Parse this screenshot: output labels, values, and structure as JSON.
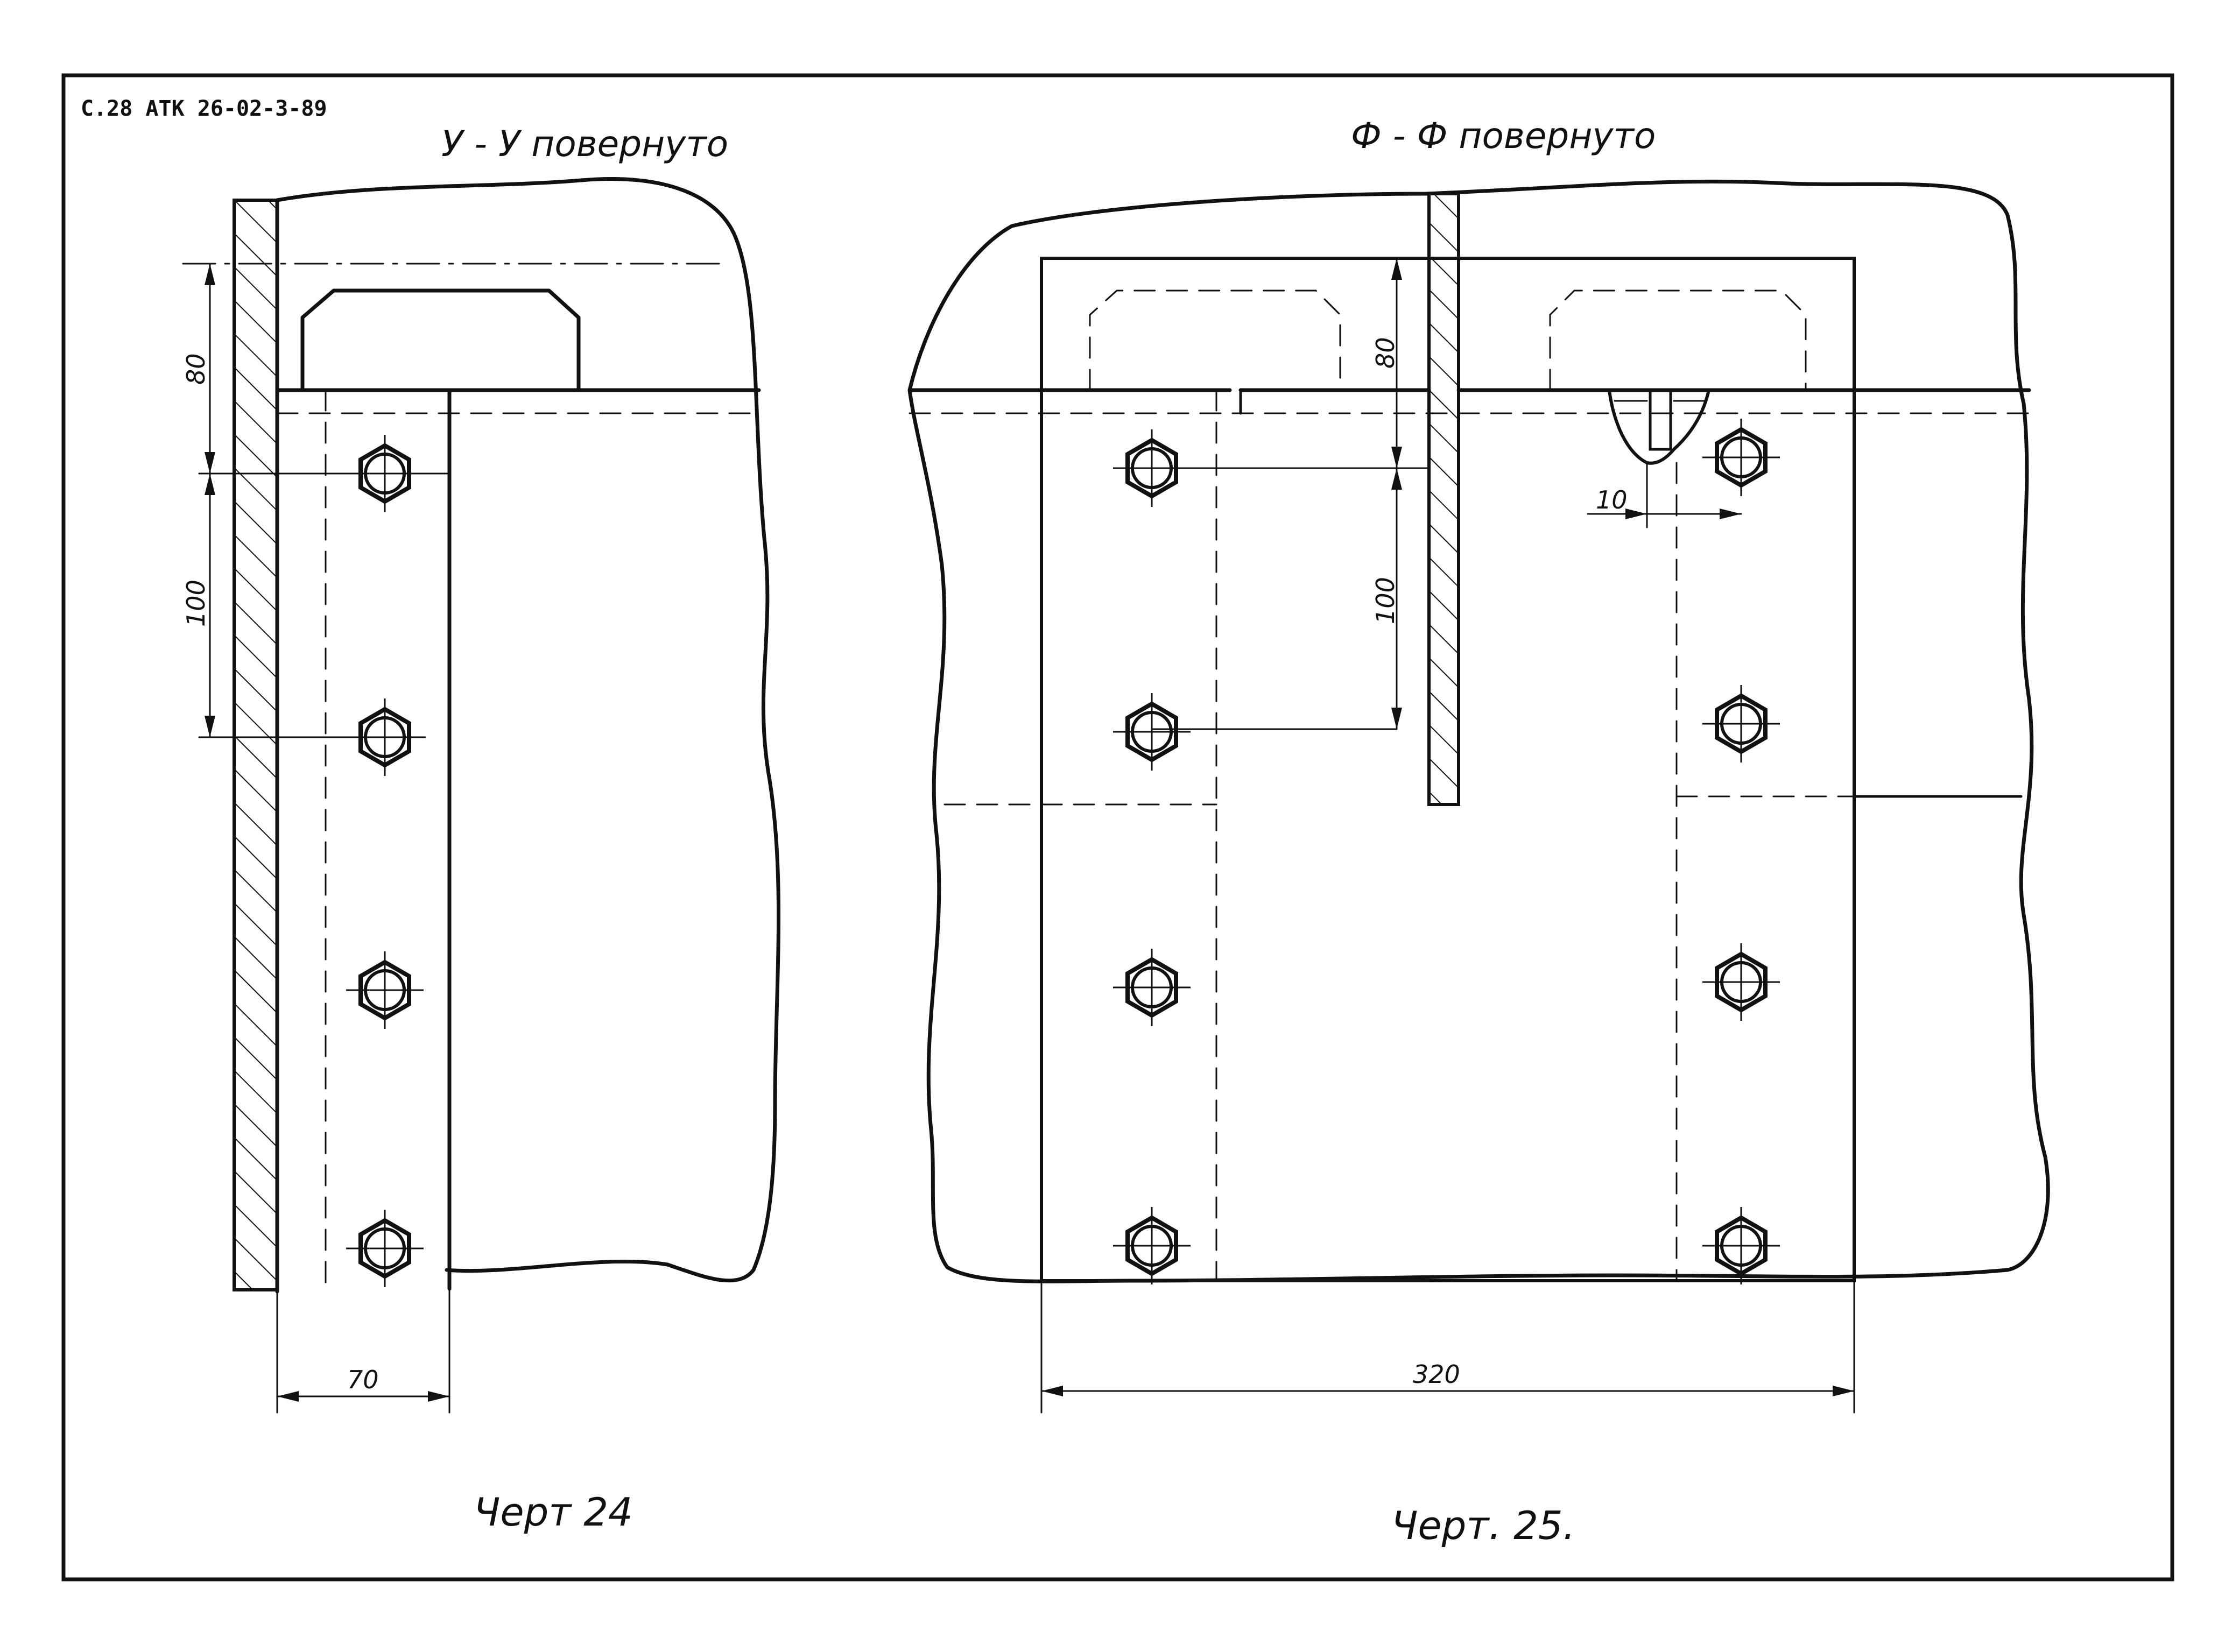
{
  "sheet": {
    "header": "С.28  АТК 26-02-3-89"
  },
  "views": [
    {
      "title": "У - У повернуто",
      "caption": "Черт 24",
      "dimensions": {
        "top": "80",
        "pitch": "100",
        "width": "70"
      }
    },
    {
      "title": "Ф - Ф повернуто",
      "caption": "Черт. 25.",
      "dimensions": {
        "top": "80",
        "pitch": "100",
        "offset": "10",
        "width": "320"
      }
    }
  ],
  "colors": {
    "ink": "#111111",
    "paper": "#ffffff"
  }
}
